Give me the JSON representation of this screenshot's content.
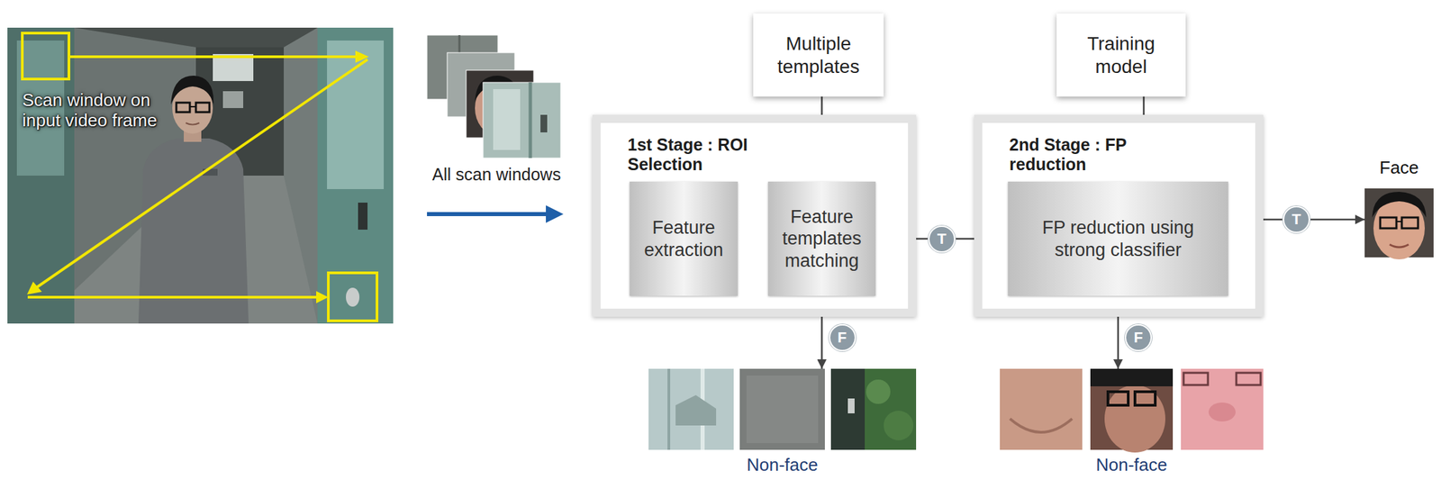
{
  "diagram": {
    "nodes": [
      {
        "text": [
          "Multiple templates"
        ]
      },
      {
        "text": [
          "1st Stage : ROI Selection"
        ]
      },
      {
        "text": [
          "Feature extraction"
        ],
        "in": 1
      },
      {
        "text": [
          "Feature templates matching"
        ],
        "in": 1
      },
      {
        "text": [
          "Training model"
        ]
      },
      {
        "text": [
          "2nd Stage : FP reduction"
        ]
      },
      {
        "text": [
          "FP reduction using strong classifier"
        ],
        "in": 5
      },
      {
        "text": [
          "Face"
        ]
      },
      {
        "text": [
          "Non-face"
        ]
      },
      {
        "text": [
          "Non-face"
        ]
      }
    ],
    "edges": [
      {
        "from": 0,
        "to": 3,
        "arrow": "to"
      },
      {
        "from": 2,
        "to": 3,
        "arrow": "to"
      },
      {
        "from": 3,
        "to": 6,
        "label": "T",
        "arrow": "to"
      },
      {
        "from": 3,
        "to": 8,
        "label": "F",
        "arrow": "to"
      },
      {
        "from": 4,
        "to": 6,
        "arrow": "to"
      },
      {
        "from": 6,
        "to": 7,
        "label": "T",
        "arrow": "to"
      },
      {
        "from": 6,
        "to": 9,
        "label": "F",
        "arrow": "to"
      }
    ],
    "labels": [
      "Scan window on input video frame",
      "All scan windows"
    ]
  }
}
